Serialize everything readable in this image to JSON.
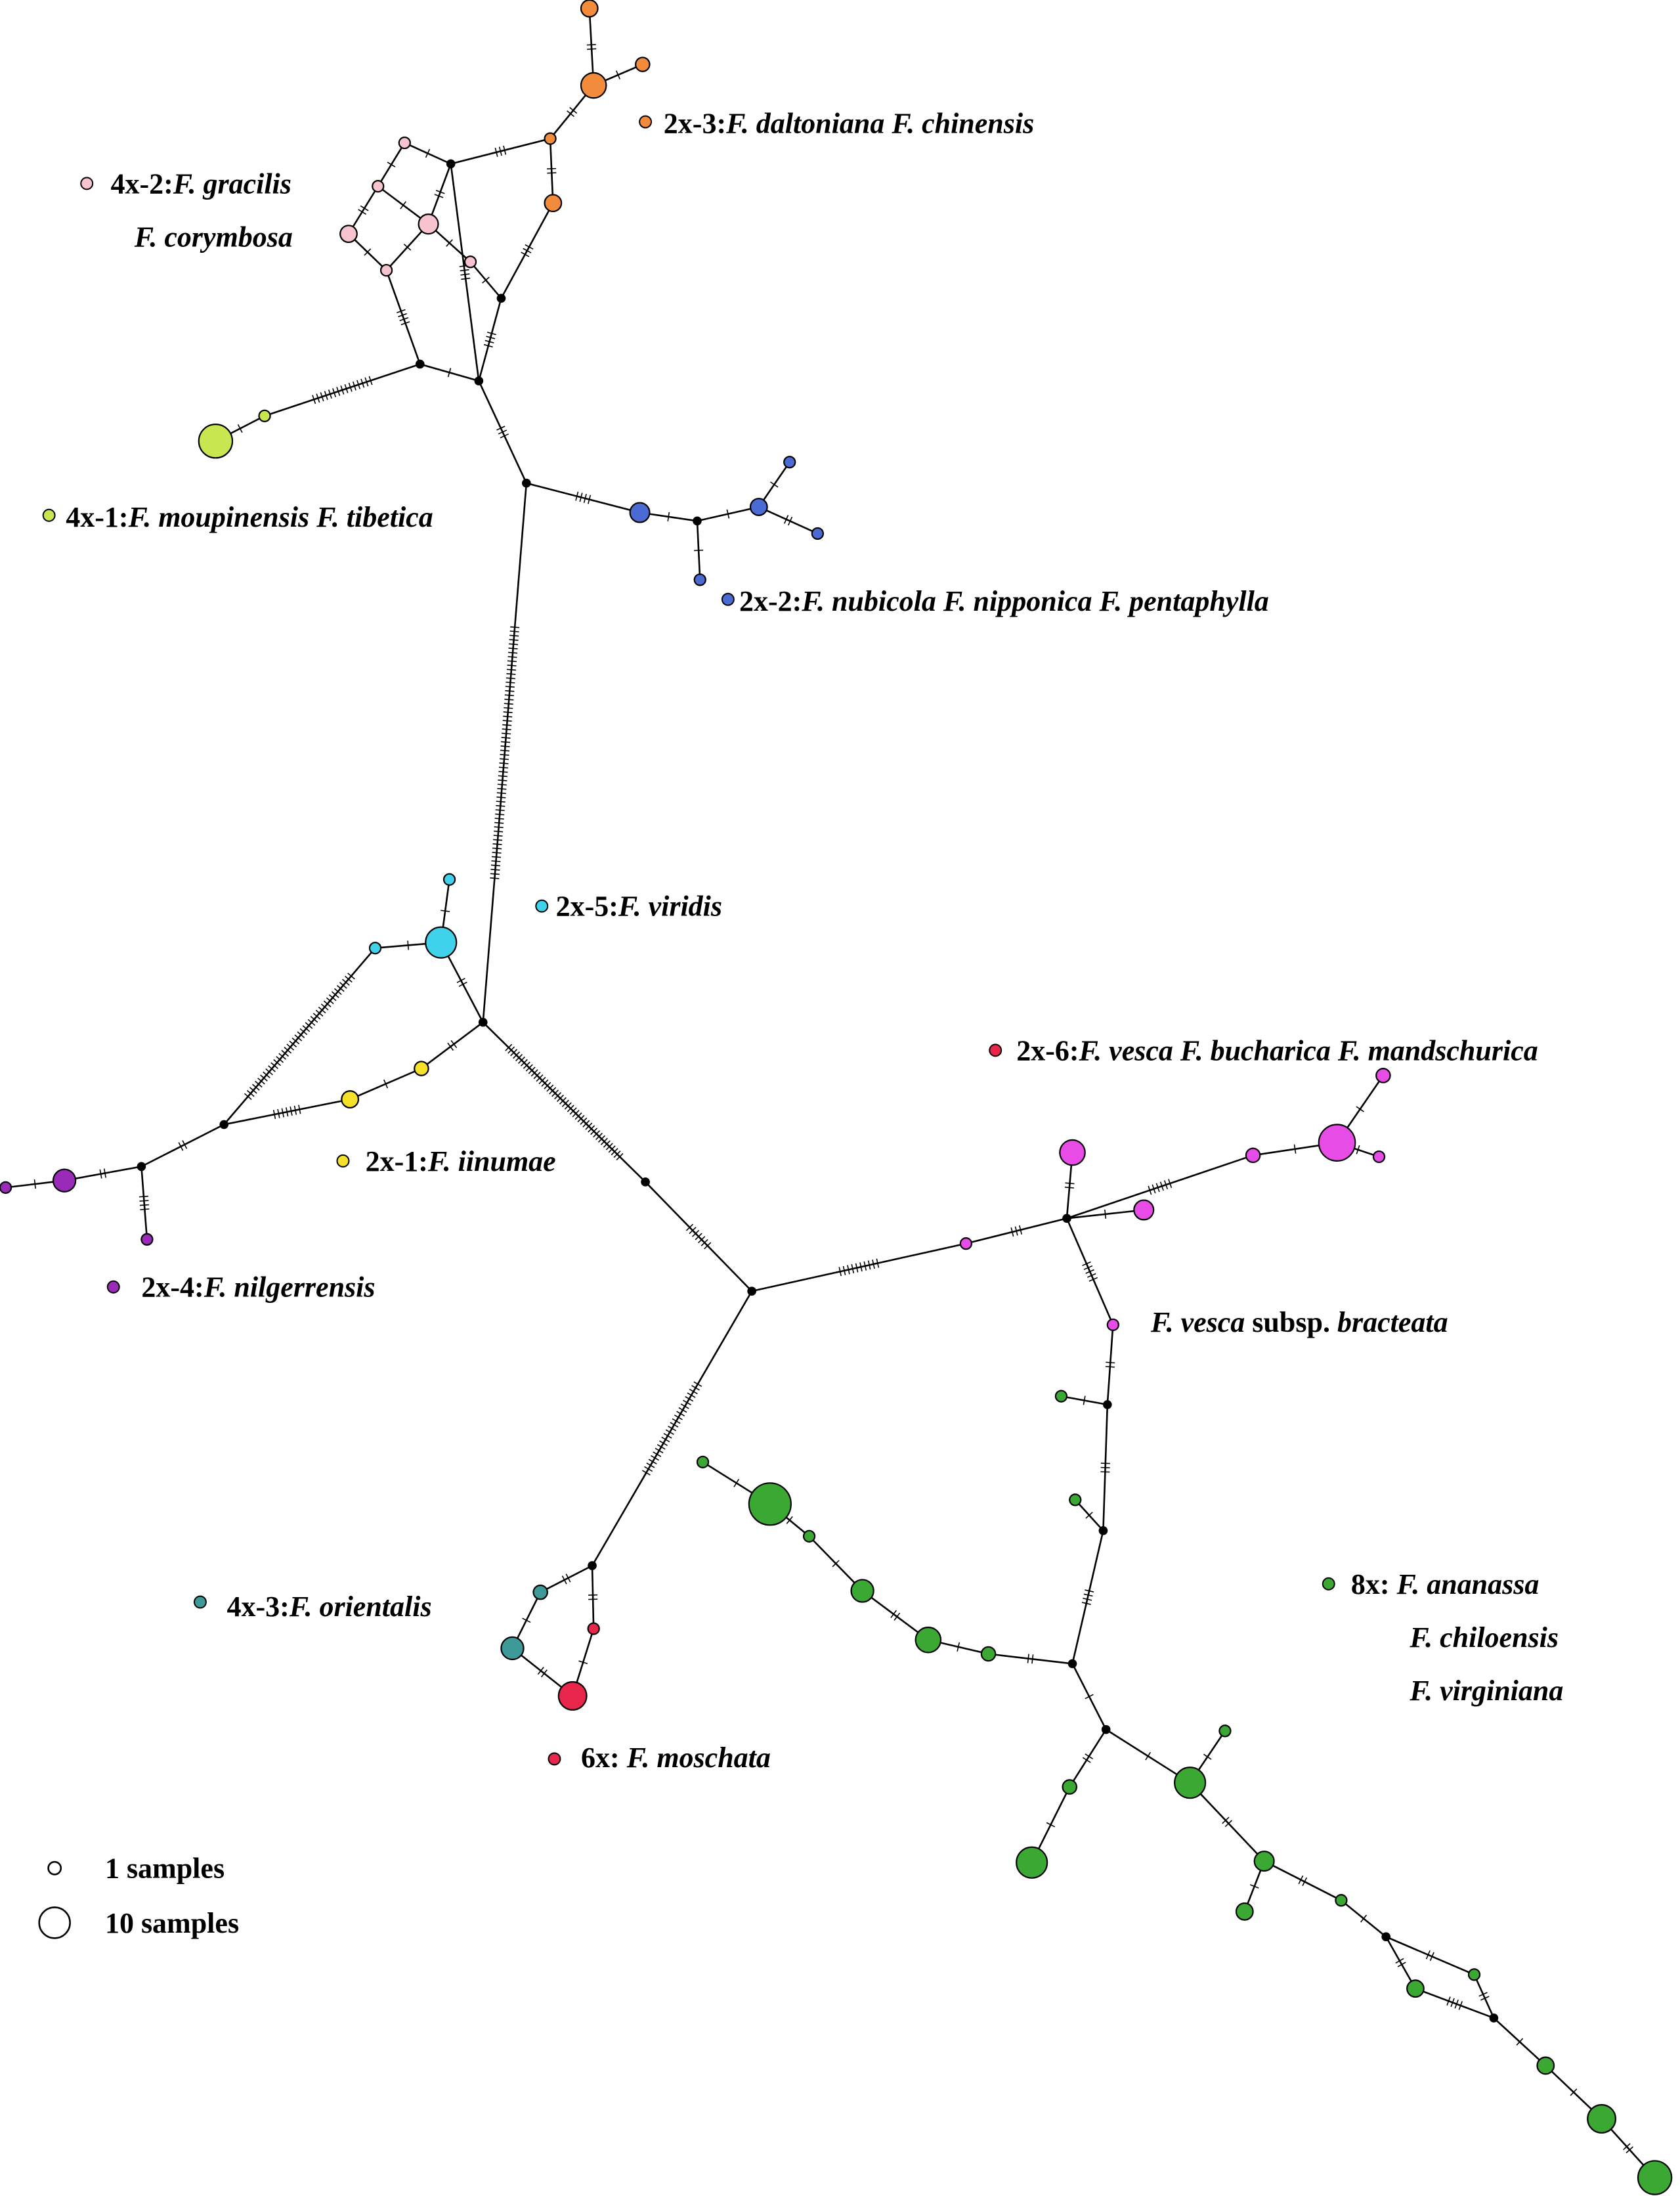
{
  "groups": [
    {
      "id": "g4x2",
      "color": "#f6c3cf",
      "lines": [
        [
          {
            "t": "4x-2:",
            "i": false
          },
          {
            "t": "F.  gracilis",
            "i": true
          }
        ],
        [
          {
            "t": "F.  corymbosa",
            "i": true
          }
        ]
      ]
    },
    {
      "id": "g2x3",
      "color": "#f28c3c",
      "lines": [
        [
          {
            "t": "2x-3:",
            "i": false
          },
          {
            "t": "F. daltoniana F. chinensis",
            "i": true
          }
        ]
      ]
    },
    {
      "id": "g4x1",
      "color": "#c8e650",
      "lines": [
        [
          {
            "t": "4x-1:",
            "i": false
          },
          {
            "t": "F.  moupinensis F. tibetica",
            "i": true
          }
        ]
      ]
    },
    {
      "id": "g2x2",
      "color": "#4a6ad4",
      "lines": [
        [
          {
            "t": "2x-2:",
            "i": false
          },
          {
            "t": "F. nubicola F. nipponica F. pentaphylla",
            "i": true
          }
        ]
      ]
    },
    {
      "id": "g2x5",
      "color": "#3fd2ea",
      "lines": [
        [
          {
            "t": "2x-5:",
            "i": false
          },
          {
            "t": "F. viridis",
            "i": true
          }
        ]
      ]
    },
    {
      "id": "g2x6",
      "color": "#e8254a",
      "lines": [
        [
          {
            "t": "2x-6:",
            "i": false
          },
          {
            "t": "F. vesca F.  bucharica F. mandschurica",
            "i": true
          }
        ]
      ]
    },
    {
      "id": "g2x1",
      "color": "#f5e02a",
      "lines": [
        [
          {
            "t": "2x-1:",
            "i": false
          },
          {
            "t": "F. iinumae",
            "i": true
          }
        ]
      ]
    },
    {
      "id": "g2x4",
      "color": "#9a2ab8",
      "lines": [
        [
          {
            "t": "2x-4:",
            "i": false
          },
          {
            "t": "F. nilgerrensis",
            "i": true
          }
        ]
      ]
    },
    {
      "id": "gvb",
      "color": "#e84ce6",
      "lines": [
        [
          {
            "t": "F. vesca",
            "i": true
          },
          {
            "t": " subsp. ",
            "i": false
          },
          {
            "t": "bracteata",
            "i": true
          }
        ]
      ]
    },
    {
      "id": "g8x",
      "color": "#3aa833",
      "lines": [
        [
          {
            "t": "8x: ",
            "i": false
          },
          {
            "t": "F. ananassa",
            "i": true
          }
        ],
        [
          {
            "t": "F. chiloensis",
            "i": true
          }
        ],
        [
          {
            "t": "F. virginiana",
            "i": true
          }
        ]
      ]
    },
    {
      "id": "g4x3",
      "color": "#3d9a98",
      "lines": [
        [
          {
            "t": "4x-3:",
            "i": false
          },
          {
            "t": "F. orientalis",
            "i": true
          }
        ]
      ]
    },
    {
      "id": "g6x",
      "color": "#e8254a",
      "lines": [
        [
          {
            "t": "6x: ",
            "i": false
          },
          {
            "t": "F. moschata",
            "i": true
          }
        ]
      ]
    }
  ],
  "size_legend": [
    {
      "label": "1 samples",
      "count": 1
    },
    {
      "label": "10 samples",
      "count": 10
    }
  ],
  "colors": {
    "median_vector": "#000000",
    "edge": "#000000"
  }
}
